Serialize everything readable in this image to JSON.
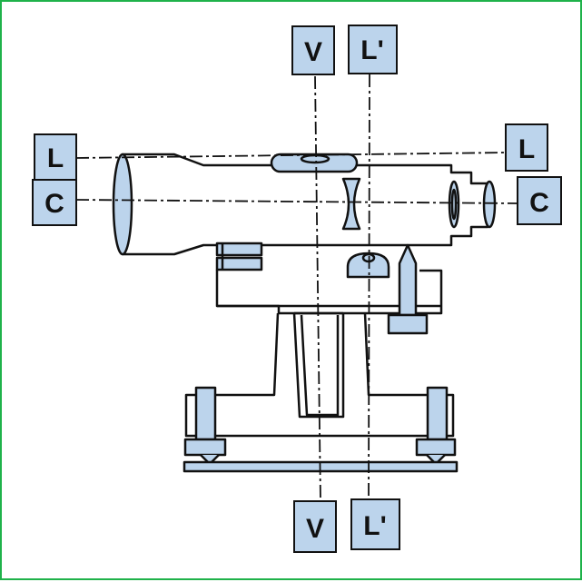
{
  "colors": {
    "frame": "#1fb24a",
    "fill": "#bcd4ec",
    "stroke": "#111111"
  },
  "labels": {
    "v": "V",
    "lprime": "L'",
    "l": "L",
    "c": "C"
  }
}
